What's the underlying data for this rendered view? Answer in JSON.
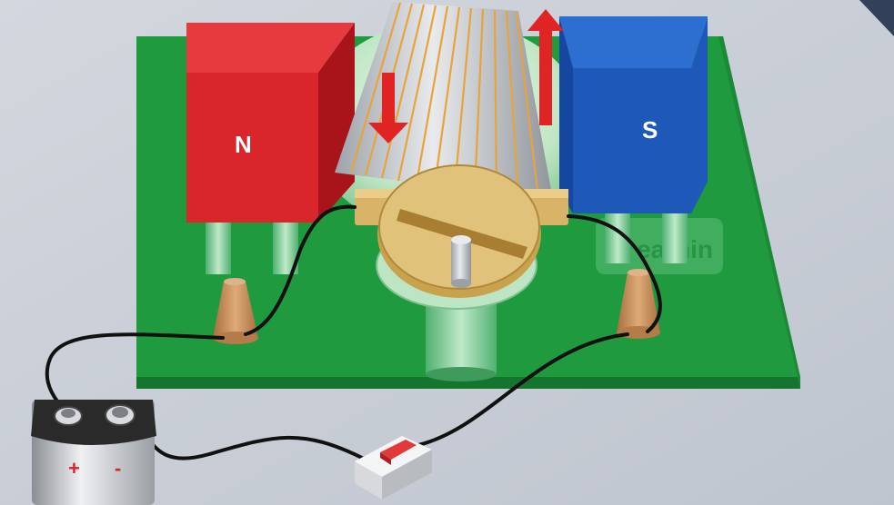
{
  "magnets": {
    "north": {
      "label": "N",
      "color": "#d8262a"
    },
    "south": {
      "label": "S",
      "color": "#1e58b8"
    }
  },
  "battery": {
    "plus": "+",
    "minus": "-"
  },
  "watermark": "earnin",
  "colors": {
    "background": "#c8cdd6",
    "board": "#1f9a3e",
    "arrow": "#e02424",
    "wire": "#111111",
    "terminal": "#c48a52",
    "switch": "#e23a3a"
  }
}
